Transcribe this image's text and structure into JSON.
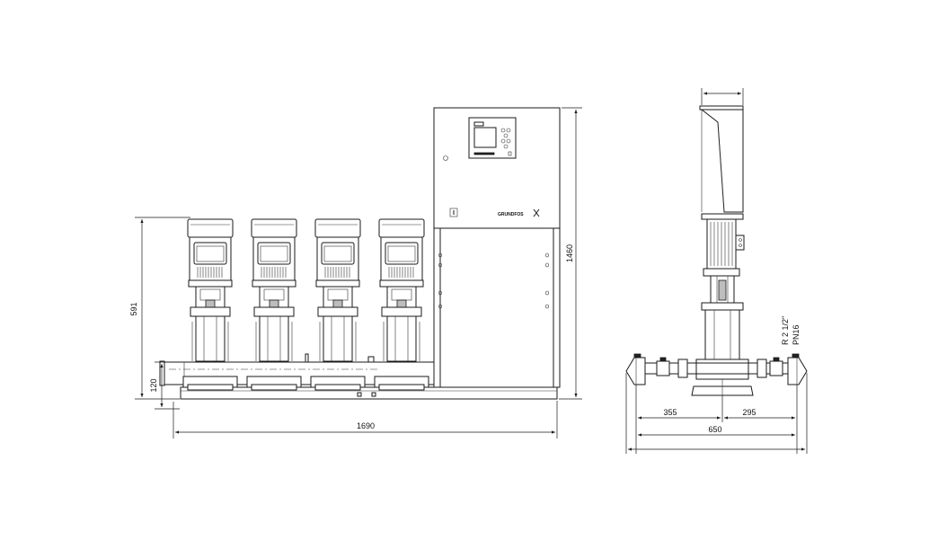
{
  "drawing": {
    "brand": "GRUNDFOS",
    "front_view": {
      "pump_count": 4,
      "dimensions": {
        "pump_height": "591",
        "total_height": "1460",
        "manifold_height": "120",
        "total_length": "1690"
      }
    },
    "side_view": {
      "dimensions": {
        "inlet_offset": "355",
        "outlet_offset": "295",
        "total_depth": "650"
      },
      "connection_label": "R 2 1/2\"",
      "pressure_label": "PN16"
    }
  }
}
